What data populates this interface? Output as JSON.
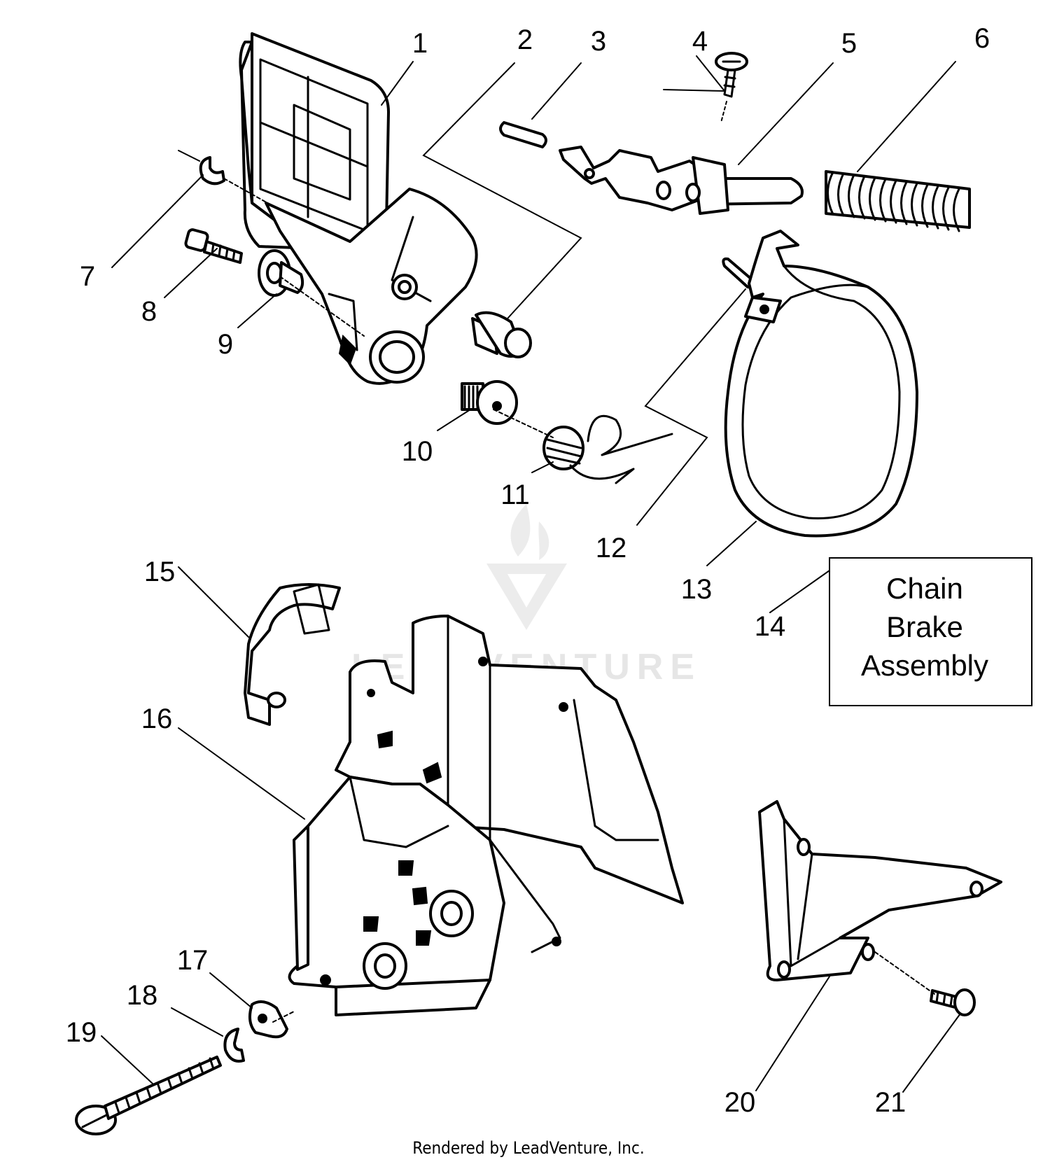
{
  "callouts": [
    "1",
    "2",
    "3",
    "4",
    "5",
    "6",
    "7",
    "8",
    "9",
    "10",
    "11",
    "12",
    "13",
    "14",
    "15",
    "16",
    "17",
    "18",
    "19",
    "20",
    "21"
  ],
  "assembly_label": [
    "Chain",
    "Brake",
    "Assembly"
  ],
  "watermark": "LEADVENTURE",
  "footer": "Rendered by LeadVenture, Inc."
}
